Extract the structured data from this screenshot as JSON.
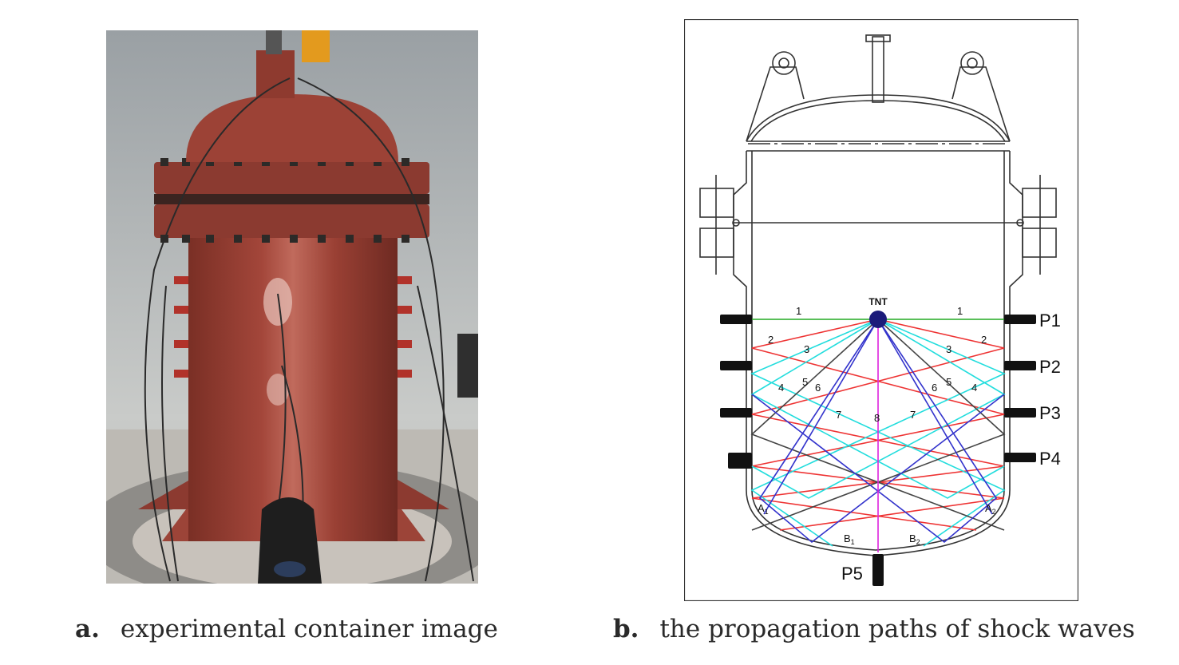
{
  "figure": {
    "panel_a": {
      "label": "a.",
      "caption": "experimental container image"
    },
    "panel_b": {
      "label": "b.",
      "caption": "the propagation paths of shock waves",
      "charge_label": "TNT",
      "sensors": [
        "P1",
        "P2",
        "P3",
        "P4",
        "P5"
      ],
      "path_numbers": [
        "1",
        "2",
        "3",
        "4",
        "5",
        "6",
        "7",
        "8"
      ],
      "reflection_points": {
        "a1": "A",
        "a1_sub": "1",
        "a2": "A",
        "a2_sub": "2",
        "b1": "B",
        "b1_sub": "1",
        "b2": "B",
        "b2_sub": "2"
      },
      "colors": {
        "path_1": "#22aa22",
        "path_2": "#ee3333",
        "path_3": "#22dddd",
        "path_4": "#22dddd",
        "path_5": "#444444",
        "path_6": "#444444",
        "path_7": "#3333cc",
        "path_8": "#dd22dd"
      }
    }
  }
}
